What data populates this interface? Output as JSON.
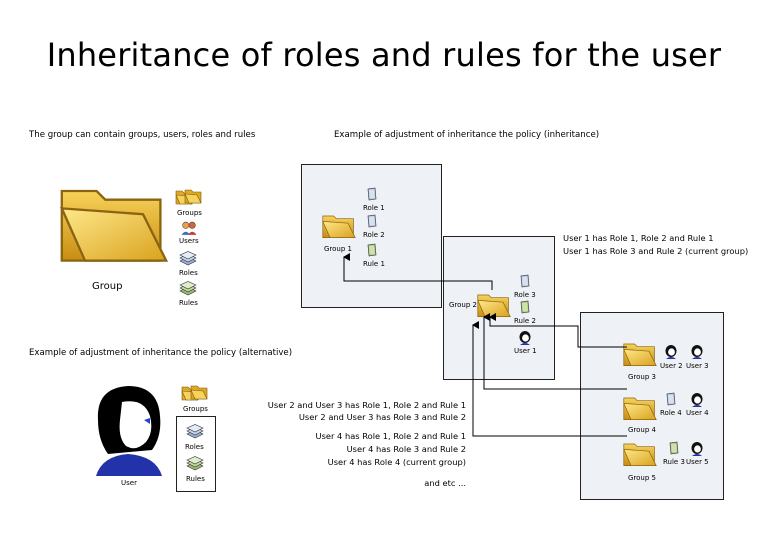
{
  "title": "Inheritance of roles and rules for the user",
  "left_top": {
    "caption": "The group can contain groups, users, roles and rules",
    "folder_label": "Group",
    "items": [
      "Groups",
      "Users",
      "Roles",
      "Rules"
    ]
  },
  "left_bottom": {
    "caption": "Example of adjustment of inheritance the policy (alternative)",
    "user_label": "User",
    "groups_label": "Groups",
    "roles_label": "Roles",
    "rules_label": "Rules"
  },
  "right": {
    "caption": "Example of adjustment of inheritance the policy (inheritance)",
    "box1": {
      "group": "Group 1",
      "items": [
        "Role 1",
        "Role 2",
        "Rule 1"
      ]
    },
    "box2": {
      "group": "Group 2",
      "items": [
        "Role 3",
        "Rule 2",
        "User 1"
      ]
    },
    "box3": {
      "groups": [
        "Group 3",
        "Group 4",
        "Group 5"
      ],
      "row1": [
        "User 2",
        "User 3"
      ],
      "row2": [
        "Role 4",
        "User 4"
      ],
      "row3": [
        "Rule 3",
        "User 5"
      ]
    },
    "notes_user1": [
      "User 1 has Role 1, Role 2 and Rule 1",
      "User 1 has Role 3 and Rule 2 (current group)"
    ],
    "notes_users": [
      "User 2 and User 3 has Role 1, Role 2 and Rule 1",
      "User 2 and User 3 has Role 3 and Rule 2",
      "User 4 has Role 1, Role 2 and Rule 1",
      "User 4 has Role 3 and Rule 2",
      "User 4 has Role 4 (current group)",
      "and etc ..."
    ]
  }
}
